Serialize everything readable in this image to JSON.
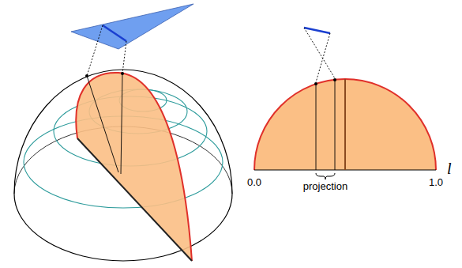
{
  "diagram": {
    "labels": [
      "0.0",
      "projection",
      "1.0",
      "l"
    ]
  }
}
